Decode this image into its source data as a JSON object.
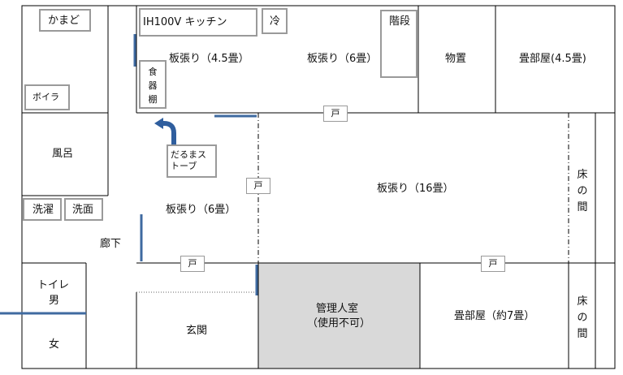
{
  "rooms": {
    "kamado": "かまど",
    "boiler": "ボイラ",
    "furo": "風呂",
    "sentaku": "洗濯",
    "senmen": "洗面",
    "roka": "廊下",
    "toilet_title": "トイレ",
    "toilet_men": "男",
    "toilet_women": "女",
    "kitchen": "IH100V キッチン",
    "rei": "冷",
    "shokkidana": "食器棚",
    "kaidan": "階段",
    "itabari_45": "板張り（4.5畳）",
    "itabari_6_top": "板張り（6畳）",
    "monooki": "物置",
    "tatami_45": "畳部屋(4.5畳)",
    "daruma_stove": "だるまストーブ",
    "itabari_6_left": "板張り（6畳）",
    "itabari_16": "板張り（16畳）",
    "tokonoma": "床の間",
    "genkan": "玄関",
    "kanrinin_title": "管理人室",
    "kanrinin_sub": "（使用不可）",
    "tatami_7": "畳部屋（約7畳）",
    "door": "戸"
  },
  "colors": {
    "wall": "#000000",
    "thin_wall": "#9a9a9a",
    "door_line": "#3f6aa0",
    "office_fill": "#d9d9d9",
    "arrow": "#2f5e9e"
  }
}
